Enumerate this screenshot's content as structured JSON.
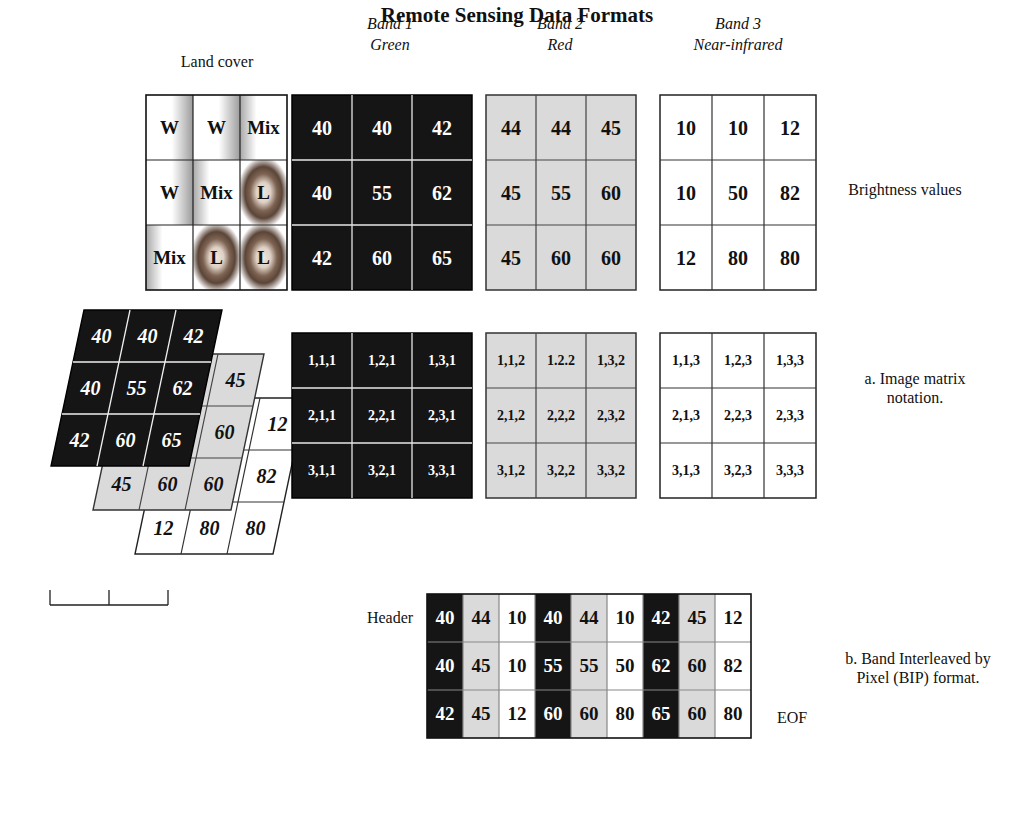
{
  "diagram": {
    "title": "Remote Sensing Data Formats",
    "labels": [
      "Land cover",
      "Band 1",
      "Green",
      "Band 2",
      "Red",
      "Band 3",
      "Near-infrared",
      "W",
      "W",
      "Mix",
      "W",
      "Mix",
      "L",
      "Mix",
      "L",
      "L",
      "40",
      "40",
      "42",
      "40",
      "55",
      "62",
      "42",
      "60",
      "65",
      "44",
      "44",
      "45",
      "45",
      "55",
      "60",
      "45",
      "60",
      "60",
      "10",
      "10",
      "12",
      "10",
      "50",
      "82",
      "12",
      "80",
      "80",
      "Brightness values",
      "40",
      "40",
      "42",
      "40",
      "55",
      "62",
      "42",
      "60",
      "65",
      "45",
      "60",
      "45",
      "60",
      "60",
      "12",
      "82",
      "12",
      "80",
      "80",
      "1,1,1",
      "1,2,1",
      "1,3,1",
      "2,1,1",
      "2,2,1",
      "2,3,1",
      "3,1,1",
      "3,2,1",
      "3,3,1",
      "1,1,2",
      "1.2.2",
      "1,3,2",
      "2,1,2",
      "2,2,2",
      "2,3,2",
      "3,1,2",
      "3,2,2",
      "3,3,2",
      "1,1,3",
      "1,2,3",
      "1,3,3",
      "2,1,3",
      "2,2,3",
      "2,3,3",
      "3,1,3",
      "3,2,3",
      "3,3,3",
      "a. Image matrix notation.",
      "Header",
      "40",
      "44",
      "10",
      "40",
      "44",
      "10",
      "42",
      "45",
      "12",
      "40",
      "45",
      "10",
      "55",
      "55",
      "50",
      "62",
      "60",
      "82",
      "42",
      "45",
      "12",
      "60",
      "60",
      "80",
      "65",
      "60",
      "80",
      "b. Band Interleaved by Pixel (BIP) format.",
      "EOF"
    ]
  }
}
